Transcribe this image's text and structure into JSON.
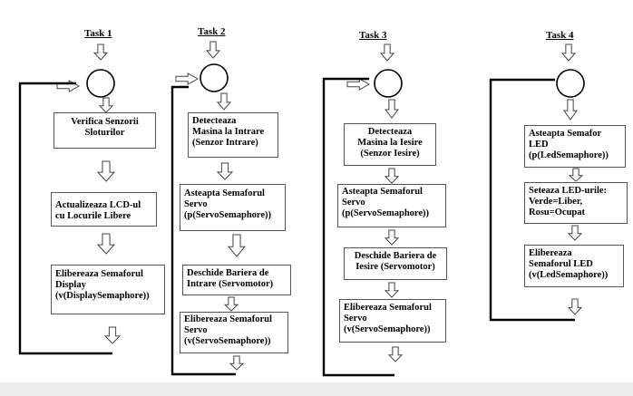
{
  "task1": {
    "title": "Task 1",
    "steps": [
      "Verifica Senzorii\nSloturilor",
      "Actualizeaza LCD-ul\ncu Locurile Libere",
      "Elibereaza Semaforul\nDisplay\n(v(DisplaySemaphore))"
    ]
  },
  "task2": {
    "title": "Task 2",
    "steps": [
      "Detecteaza\nMasina la Intrare\n(Senzor Intrare)",
      "Asteapta Semaforul\nServo\n(p(ServoSemaphore))",
      "Deschide Bariera de\nIntrare (Servomotor)",
      "Elibereaza Semaforul\nServo\n(v(ServoSemaphore))"
    ]
  },
  "task3": {
    "title": "Task 3",
    "steps": [
      "Detecteaza\nMasina la Iesire\n(Senzor Iesire)",
      "Asteapta Semaforul\nServo\n(p(ServoSemaphore))",
      "Deschide Bariera de\nIesire (Servomotor)",
      "Elibereaza Semaforul\nServo\n(v(ServoSemaphore))"
    ]
  },
  "task4": {
    "title": "Task 4",
    "steps": [
      "Asteapta Semafor\nLED\n(p(LedSemaphore))",
      "Seteaza LED-urile:\nVerde=Liber,\nRosu=Ocupat",
      "Elibereaza\nSemaforul LED\n(v(LedSemaphore))"
    ]
  }
}
